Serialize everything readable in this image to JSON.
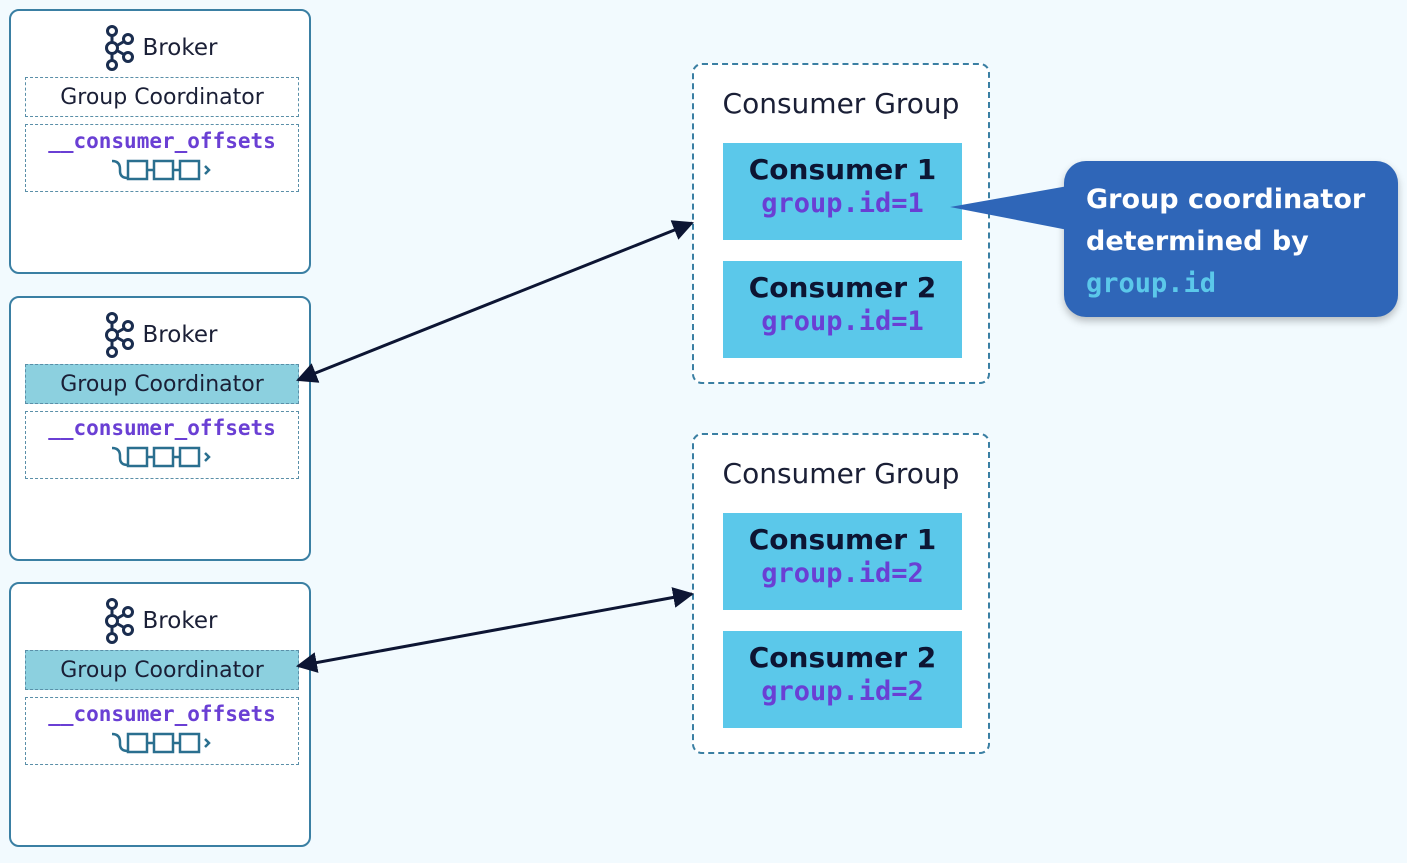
{
  "brokers": [
    {
      "label": "Broker",
      "coordinator": "Group Coordinator",
      "coordinator_active": false,
      "offsets_topic": "__consumer_offsets"
    },
    {
      "label": "Broker",
      "coordinator": "Group Coordinator",
      "coordinator_active": true,
      "offsets_topic": "__consumer_offsets"
    },
    {
      "label": "Broker",
      "coordinator": "Group Coordinator",
      "coordinator_active": true,
      "offsets_topic": "__consumer_offsets"
    }
  ],
  "consumer_groups": [
    {
      "title": "Consumer Group",
      "consumers": [
        {
          "name": "Consumer 1",
          "group_id": "group.id=1"
        },
        {
          "name": "Consumer 2",
          "group_id": "group.id=1"
        }
      ]
    },
    {
      "title": "Consumer Group",
      "consumers": [
        {
          "name": "Consumer 1",
          "group_id": "group.id=2"
        },
        {
          "name": "Consumer 2",
          "group_id": "group.id=2"
        }
      ]
    }
  ],
  "callout": {
    "line1": "Group coordinator",
    "line2": "determined by",
    "code": "group.id"
  },
  "colors": {
    "background": "#f2fafe",
    "border": "#3a7fa3",
    "coordinator_active": "#8cd0df",
    "consumer_fill": "#5bc8ea",
    "code_text": "#6a3fd4",
    "callout_fill": "#2f66b8",
    "arrow": "#0d1533"
  },
  "icons": {
    "broker": "kafka-logo-icon",
    "log": "log-segments-icon"
  }
}
